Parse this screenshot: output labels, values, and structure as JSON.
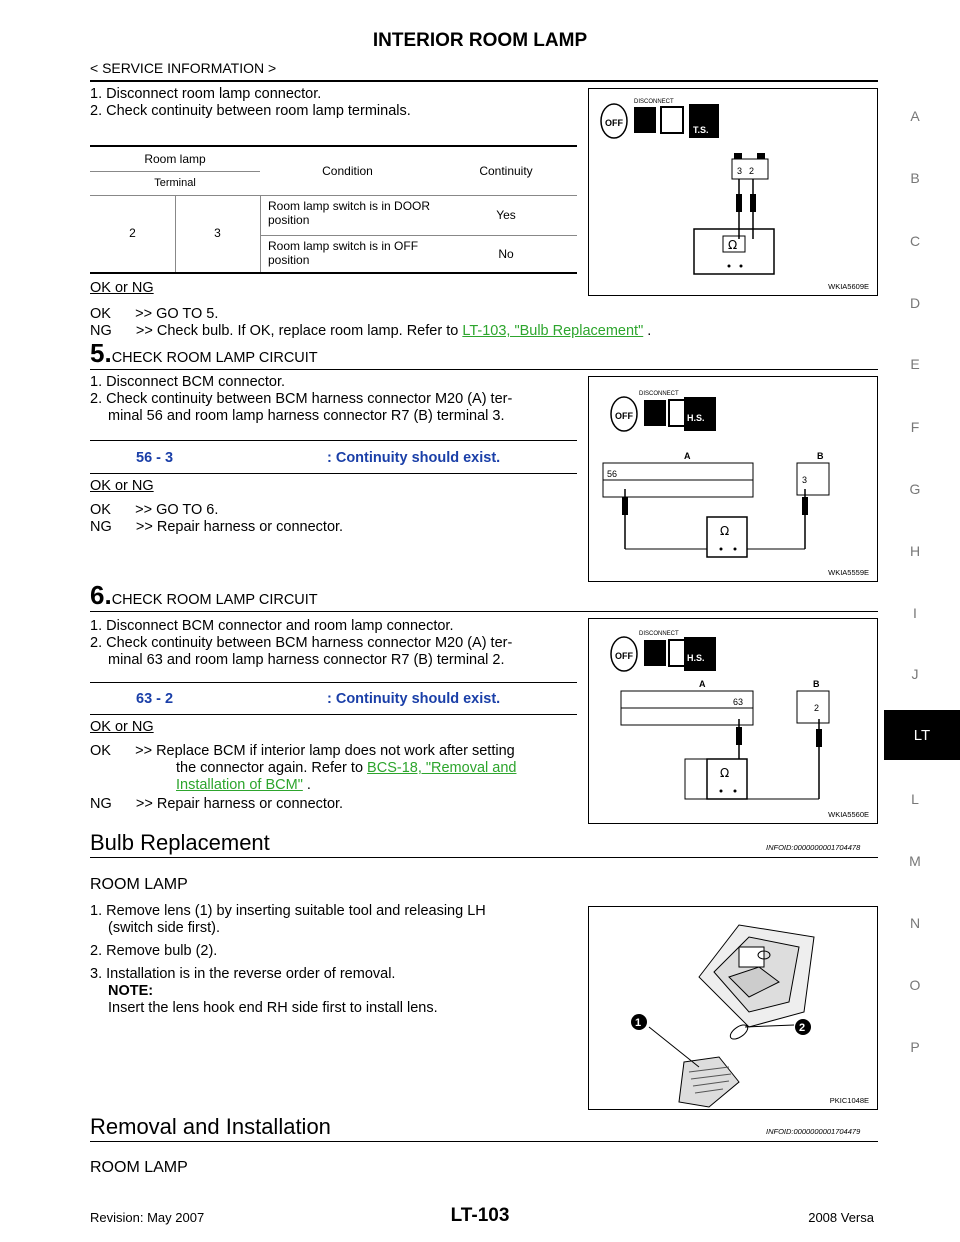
{
  "header": {
    "title": "INTERIOR ROOM LAMP",
    "subtitle": "< SERVICE INFORMATION >"
  },
  "sidebar": {
    "letters": [
      "A",
      "B",
      "C",
      "D",
      "E",
      "F",
      "G",
      "H",
      "I",
      "J",
      "LT",
      "L",
      "M",
      "N",
      "O",
      "P"
    ]
  },
  "step4": {
    "line1": "1. Disconnect room lamp connector.",
    "line2": "2. Check continuity between room lamp terminals.",
    "table": {
      "h_room_lamp": "Room lamp",
      "h_terminal": "Terminal",
      "h_condition": "Condition",
      "h_continuity": "Continuity",
      "t1": "2",
      "t2": "3",
      "r1_condition": "Room lamp switch is in DOOR position",
      "r1_continuity": "Yes",
      "r2_condition": "Room lamp switch is in OFF position",
      "r2_continuity": "No"
    },
    "ok_ng": "OK or NG",
    "ok": "OK      >> GO TO 5.",
    "ng_prefix": "NG      >> Check bulb. If OK, replace room lamp. Refer to ",
    "ng_link": "LT-103, \"Bulb Replacement\"",
    "ng_suffix": " .",
    "fig_id": "WKIA5609E"
  },
  "step5": {
    "num": "5.",
    "title": "CHECK ROOM LAMP CIRCUIT",
    "line1": "1. Disconnect BCM connector.",
    "line2a": "2. Check continuity between BCM harness connector M20 (A) ter-",
    "line2b": "minal 56 and room lamp harness connector R7 (B) terminal 3.",
    "spec_left": "56 - 3",
    "spec_right": ": Continuity should exist.",
    "ok_ng": "OK or NG",
    "ok": "OK      >> GO TO 6.",
    "ng": "NG      >> Repair harness or connector.",
    "fig_id": "WKIA5559E",
    "pin_a": "56",
    "pin_b": "3"
  },
  "step6": {
    "num": "6.",
    "title": "CHECK ROOM LAMP CIRCUIT",
    "line1": "1. Disconnect BCM connector and room lamp connector.",
    "line2a": "2. Check continuity between BCM harness connector M20 (A) ter-",
    "line2b": "minal 63 and room lamp harness connector R7 (B) terminal 2.",
    "spec_left": "63 - 2",
    "spec_right": ": Continuity should exist.",
    "ok_ng": "OK or NG",
    "ok_a": "OK      >> Replace BCM if interior lamp does not work after setting",
    "ok_b": "the connector again. Refer to ",
    "ok_link1": "BCS-18, \"Removal and",
    "ok_link2": "Installation of BCM\"",
    "ok_suffix": " .",
    "ng": "NG      >> Repair harness or connector.",
    "fig_id": "WKIA5560E",
    "pin_a": "63",
    "pin_b": "2"
  },
  "bulb": {
    "heading": "Bulb Replacement",
    "infoid": "INFOID:0000000001704478",
    "sub": "ROOM LAMP",
    "s1a": "1. Remove lens (1) by inserting suitable tool and releasing LH",
    "s1b": "(switch side first).",
    "s2": "2. Remove bulb (2).",
    "s3": "3. Installation is in the reverse order of removal.",
    "note": "NOTE:",
    "note_text": "Insert the lens hook end RH side first to install lens.",
    "fig_id": "PKIC1048E",
    "callout1": "1",
    "callout2": "2"
  },
  "removal": {
    "heading": "Removal and Installation",
    "infoid": "INFOID:0000000001704479",
    "sub": "ROOM LAMP"
  },
  "fig_labels": {
    "disconnect": "DISCONNECT",
    "off": "OFF",
    "ts": "T.S.",
    "hs": "H.S.",
    "ohm": "Ω",
    "a": "A",
    "b": "B"
  },
  "footer": {
    "revision": "Revision: May 2007",
    "page": "LT-103",
    "model": "2008 Versa"
  }
}
